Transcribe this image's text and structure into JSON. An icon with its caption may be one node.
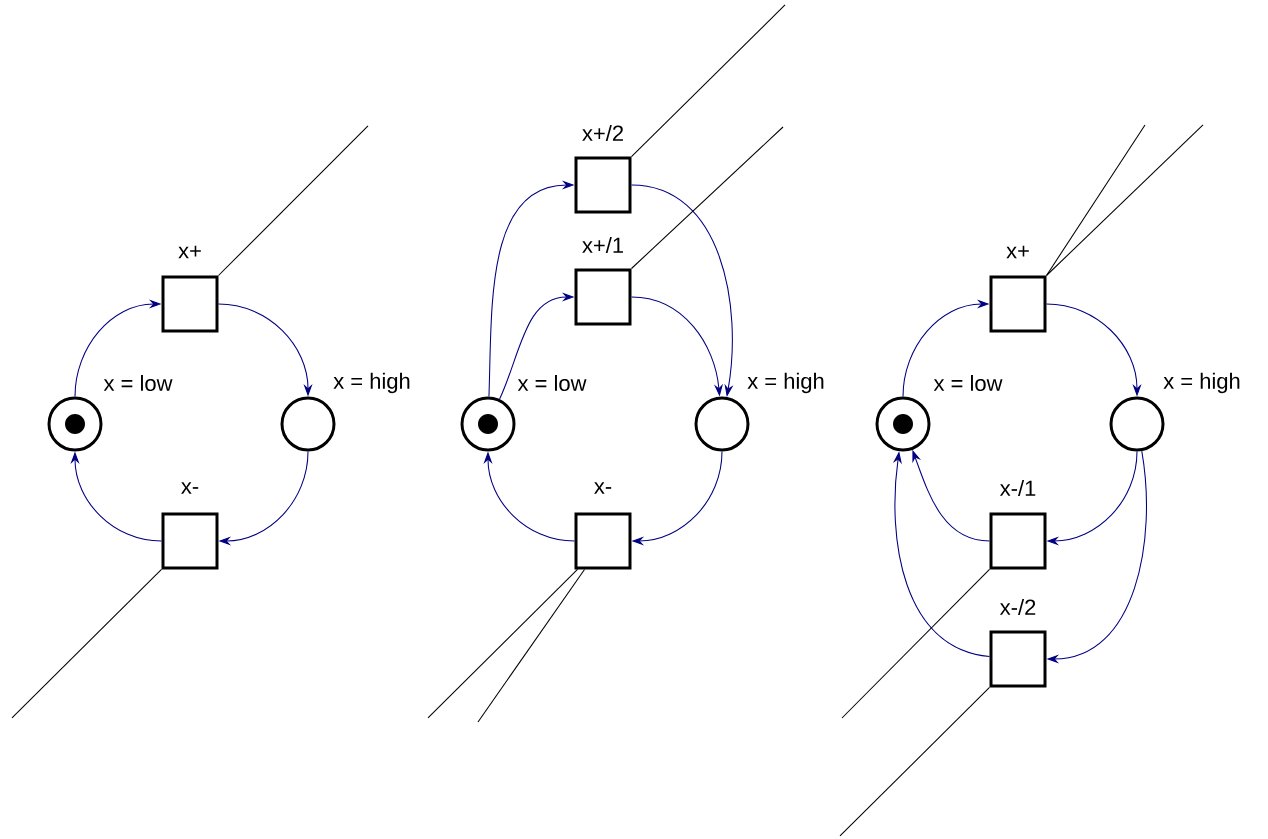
{
  "diagram": {
    "nodes": [
      {
        "text": [
          "x+"
        ]
      },
      {
        "text": [
          "x = low"
        ]
      },
      {
        "text": [
          "x = high"
        ]
      },
      {
        "text": [
          "x-"
        ]
      },
      {
        "text": [
          "x+/2"
        ]
      },
      {
        "text": [
          "x+/1"
        ]
      },
      {
        "text": [
          "x = low"
        ]
      },
      {
        "text": [
          "x = high"
        ]
      },
      {
        "text": [
          "x-"
        ]
      },
      {
        "text": [
          "x+"
        ]
      },
      {
        "text": [
          "x = low"
        ]
      },
      {
        "text": [
          "x = high"
        ]
      },
      {
        "text": [
          "x-/1"
        ]
      },
      {
        "text": [
          "x-/2"
        ]
      }
    ],
    "edges": [
      {
        "from": 1,
        "to": 0,
        "arrow": "to"
      },
      {
        "from": 0,
        "to": 2,
        "arrow": "to"
      },
      {
        "from": 2,
        "to": 3,
        "arrow": "to"
      },
      {
        "from": 3,
        "to": 1,
        "arrow": "to"
      },
      {
        "from": null,
        "to": 0,
        "arrow": "none",
        "color": "#000000"
      },
      {
        "from": null,
        "to": 3,
        "arrow": "none",
        "color": "#000000"
      },
      {
        "from": 6,
        "to": 4,
        "arrow": "to"
      },
      {
        "from": 6,
        "to": 5,
        "arrow": "to"
      },
      {
        "from": 5,
        "to": 7,
        "arrow": "to"
      },
      {
        "from": 4,
        "to": 7,
        "arrow": "to"
      },
      {
        "from": 7,
        "to": 8,
        "arrow": "to"
      },
      {
        "from": 8,
        "to": 6,
        "arrow": "to"
      },
      {
        "from": null,
        "to": 4,
        "arrow": "none",
        "color": "#000000"
      },
      {
        "from": null,
        "to": 5,
        "arrow": "none",
        "color": "#000000"
      },
      {
        "from": null,
        "to": 8,
        "arrow": "none",
        "color": "#000000"
      },
      {
        "from": null,
        "to": 8,
        "arrow": "none",
        "color": "#000000"
      },
      {
        "from": 10,
        "to": 9,
        "arrow": "to"
      },
      {
        "from": 9,
        "to": 11,
        "arrow": "to"
      },
      {
        "from": 11,
        "to": 12,
        "arrow": "to"
      },
      {
        "from": 11,
        "to": 13,
        "arrow": "to"
      },
      {
        "from": 12,
        "to": 10,
        "arrow": "to"
      },
      {
        "from": 13,
        "to": 10,
        "arrow": "to"
      },
      {
        "from": null,
        "to": 9,
        "arrow": "none",
        "color": "#000000"
      },
      {
        "from": null,
        "to": 9,
        "arrow": "none",
        "color": "#000000"
      },
      {
        "from": null,
        "to": 12,
        "arrow": "none",
        "color": "#000000"
      },
      {
        "from": null,
        "to": 13,
        "arrow": "none",
        "color": "#000000"
      }
    ]
  }
}
